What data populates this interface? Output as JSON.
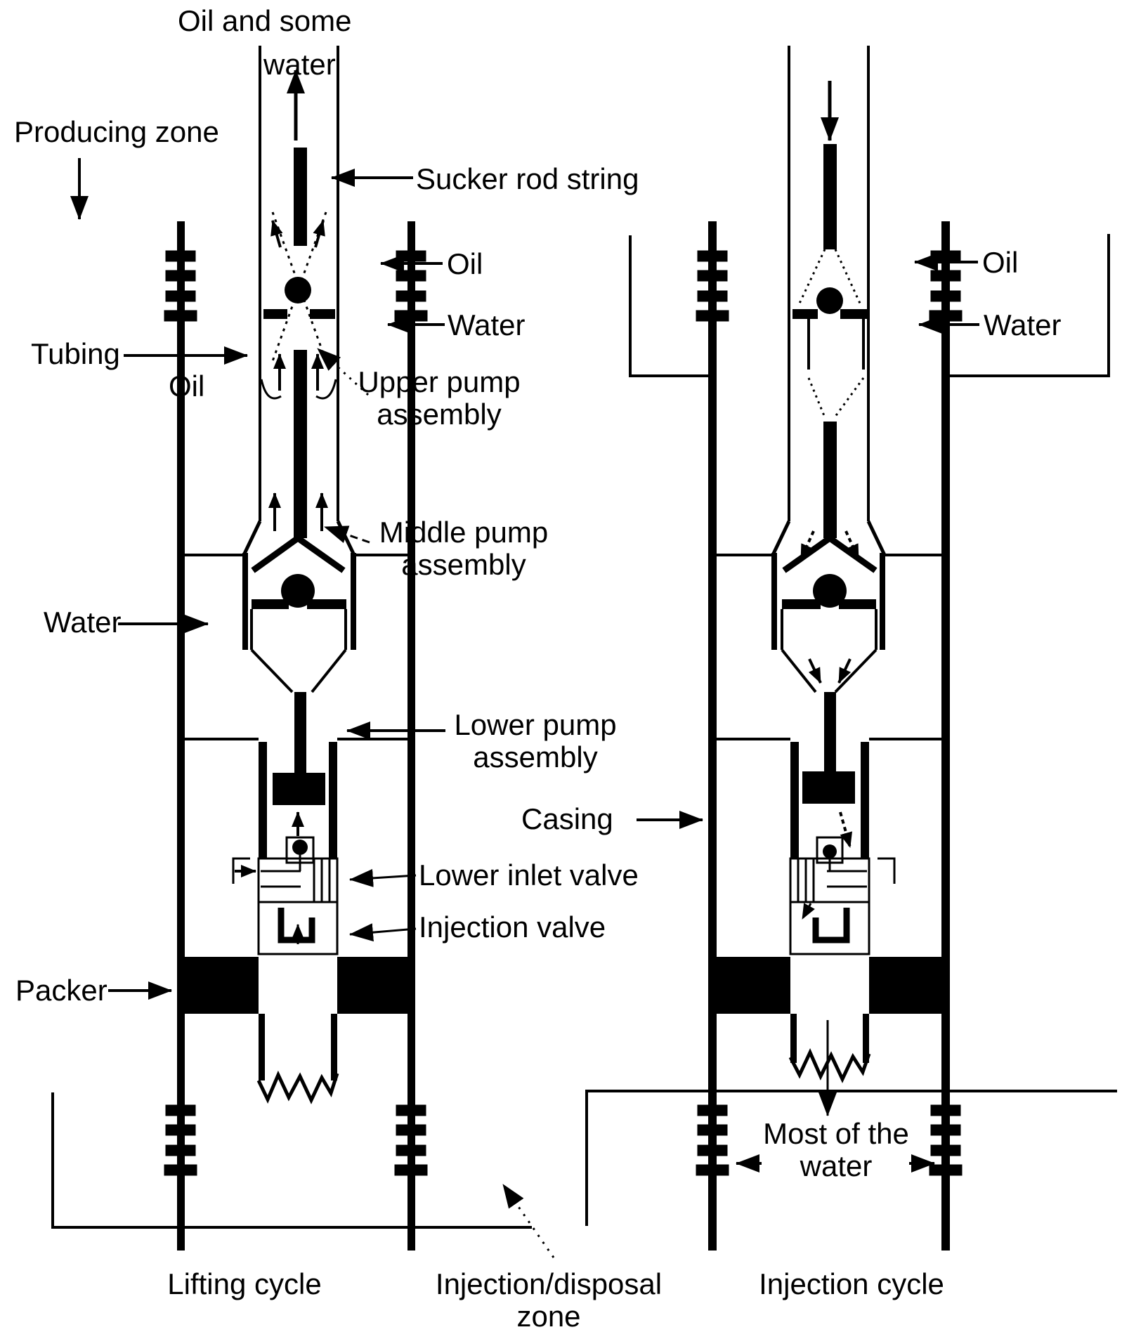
{
  "meta": {
    "title": "Dual-zone sucker-rod pump well schematic (lifting and injection cycles)",
    "colors": {
      "ink": "#000000",
      "background": "#ffffff"
    }
  },
  "labels": {
    "oil_and_some": "Oil and some",
    "water_top": "water",
    "producing_zone": "Producing zone",
    "sucker_rod_string": "Sucker rod string",
    "oil_left": "Oil",
    "water_left": "Water",
    "tubing": "Tubing",
    "oil_annulus": "Oil",
    "upper_pump_1": "Upper pump",
    "upper_pump_2": "assembly",
    "middle_pump_1": "Middle pump",
    "middle_pump_2": "assembly",
    "lower_pump_1": "Lower pump",
    "lower_pump_2": "assembly",
    "water_annulus": "Water",
    "casing": "Casing",
    "lower_inlet_valve": "Lower inlet valve",
    "injection_valve": "Injection valve",
    "packer": "Packer",
    "oil_right": "Oil",
    "water_right": "Water",
    "most_water_1": "Most of the",
    "most_water_2": "water",
    "lifting_cycle": "Lifting cycle",
    "injection_disposal_1": "Injection/disposal",
    "injection_disposal_2": "zone",
    "injection_cycle": "Injection cycle"
  }
}
